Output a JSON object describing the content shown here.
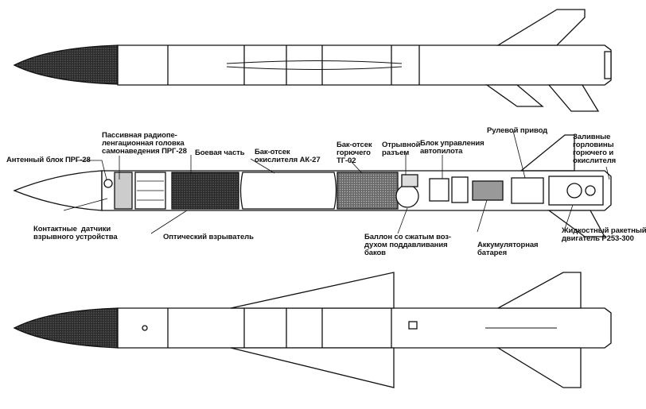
{
  "figure": {
    "title": "",
    "views": [
      "side-view",
      "cutaway-view",
      "top-view"
    ]
  },
  "labels": {
    "antenna_block": "Антенный блок ПРГ-28",
    "passive_seeker": "Пассивная радиопе-\nленгационная головка\nсамонаведения ПРГ-28",
    "warhead": "Боевая часть",
    "oxidizer_tank": "Бак-отсек\nокислителя АК-27",
    "fuel_tank": "Бак-отсек\nгорючего\nТГ-02",
    "breakaway_connector": "Отрывной\nразъем",
    "autopilot_unit": "Блок управления\nавтопилота",
    "rudder_drive": "Рулевой привод",
    "filler_necks": "Заливные\nгорловины\nгорючего и\nокислителя",
    "contact_sensors": "Контактные  датчики\nвзрывного устройства",
    "optical_fuze": "Оптический взрыватель",
    "pressure_bottle": "Баллон со сжатым воз-\nдухом поддавливания\nбаков",
    "battery": "Аккумуляторная\nбатарея",
    "engine": "Жидкостный ракетный\nдвигатель Р253-300"
  }
}
